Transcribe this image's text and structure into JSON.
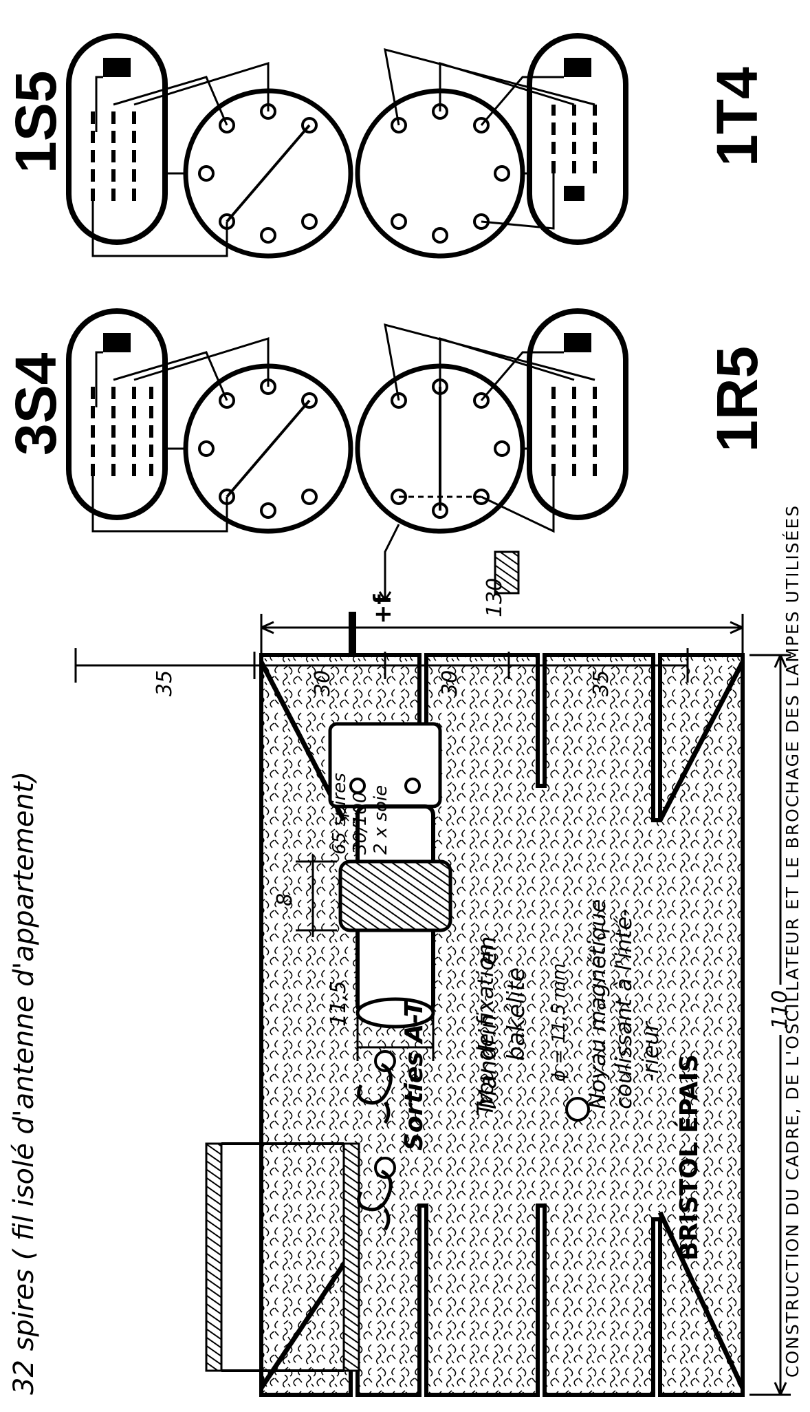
{
  "caption": "CONSTRUCTION DU CADRE, DE L'OSCILLATEUR ET LE BROCHAGE DES LAMPES UTILISÉES",
  "frame": {
    "winding_note": "32 spires ( fil isolé d'antenne d'appartement)",
    "dim_width": "110",
    "dim_total": "130",
    "dim_segments": [
      "35",
      "30",
      "30",
      "35"
    ],
    "label_outputs": "Sorties A-T",
    "label_hole": "Trou de fixation",
    "label_material": "BRISTOL ÉPAIS"
  },
  "oscillator": {
    "coil_spec": [
      "65 spires",
      "30/100",
      "2 x soie"
    ],
    "dim_diameter": "11,5",
    "dim_width": "8",
    "note_mandrel": [
      "Mandrin",
      "en",
      "bakélite"
    ],
    "note_phi": "ϕ = 11,5 mm",
    "note_core": [
      "Noyau magnétique",
      "coulissant à l'inté-",
      "-rieur"
    ]
  },
  "tubes": {
    "t1": "1T4",
    "t2": "1R5",
    "t3": "1S5",
    "t4": "3S4",
    "plus_f": "+f"
  },
  "colors": {
    "ink": "#000000",
    "paper": "#ffffff"
  }
}
